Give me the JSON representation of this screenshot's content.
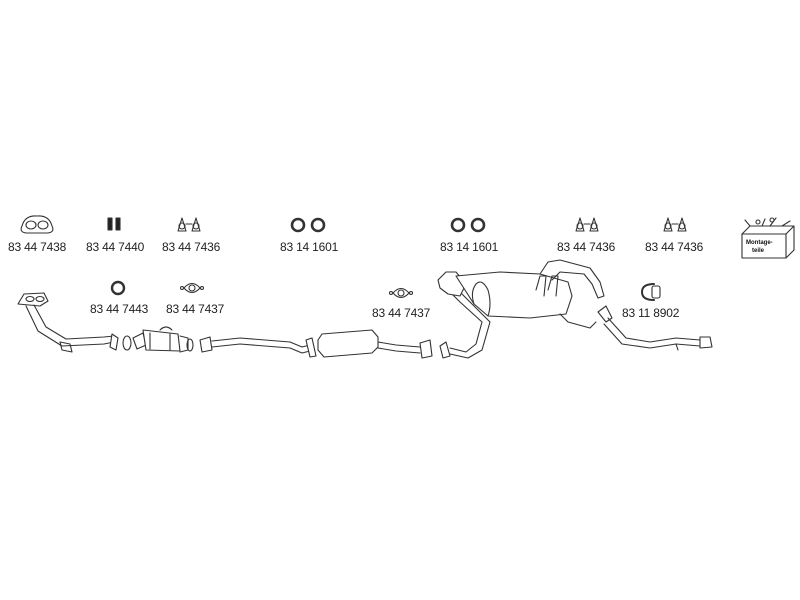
{
  "parts_top": [
    {
      "number": "83 44 7438",
      "icon": "flange-gasket-icon"
    },
    {
      "number": "83 44 7440",
      "icon": "rubber-mount-pair-icon"
    },
    {
      "number": "83 44 7436",
      "icon": "hanger-bracket-icon"
    },
    {
      "number": "83 14 1601",
      "icon": "ring-pair-icon"
    },
    {
      "number": "83 14 1601",
      "icon": "ring-pair-icon"
    },
    {
      "number": "83 44 7436",
      "icon": "hanger-bracket-icon"
    },
    {
      "number": "83 44 7436",
      "icon": "hanger-bracket-icon"
    }
  ],
  "parts_lower": [
    {
      "number": "83 44 7443",
      "icon": "ring-icon"
    },
    {
      "number": "83 44 7437",
      "icon": "oval-gasket-icon"
    },
    {
      "number": "83 44 7437",
      "icon": "oval-gasket-icon"
    },
    {
      "number": "83 11 8902",
      "icon": "clamp-icon"
    }
  ],
  "mounting_kit": {
    "label_line1": "Montage-",
    "label_line2": "teile"
  },
  "line_color": "#333333"
}
